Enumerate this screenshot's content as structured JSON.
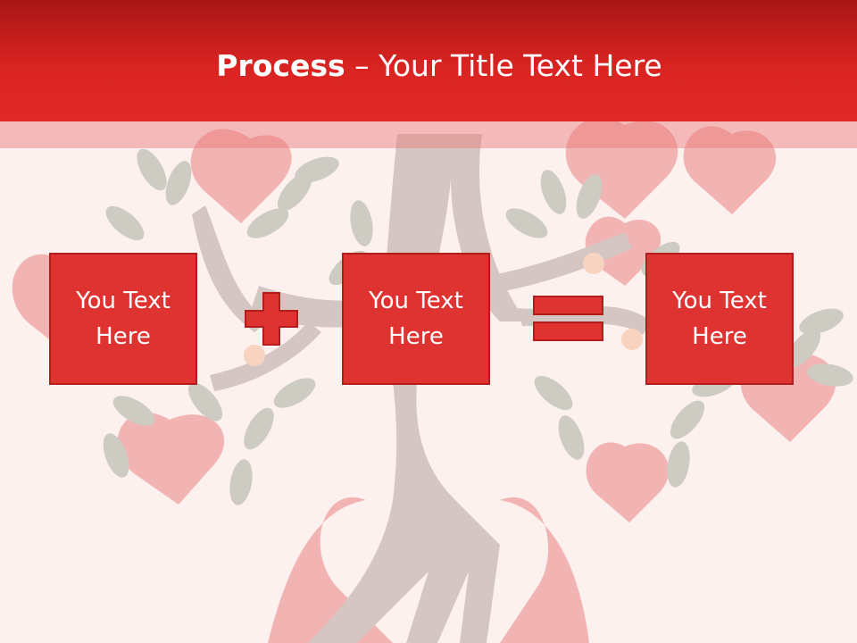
{
  "slide": {
    "title_bold": "Process",
    "title_rest": " – Your Title Text Here"
  },
  "process": {
    "boxes": [
      {
        "text": "You Text Here"
      },
      {
        "text": "You Text Here"
      },
      {
        "text": "You Text Here"
      }
    ],
    "operators": [
      {
        "icon": "plus-icon"
      },
      {
        "icon": "equals-icon"
      }
    ]
  },
  "colors": {
    "header_dark": "#a81616",
    "header_light": "#e02a26",
    "box_fill": "#df3331",
    "box_border": "#b51d1c",
    "background": "#fdf1ef",
    "tree": "#d6c6c3",
    "leaf": "#cdcbc2",
    "heart": "#f2b4b3"
  }
}
